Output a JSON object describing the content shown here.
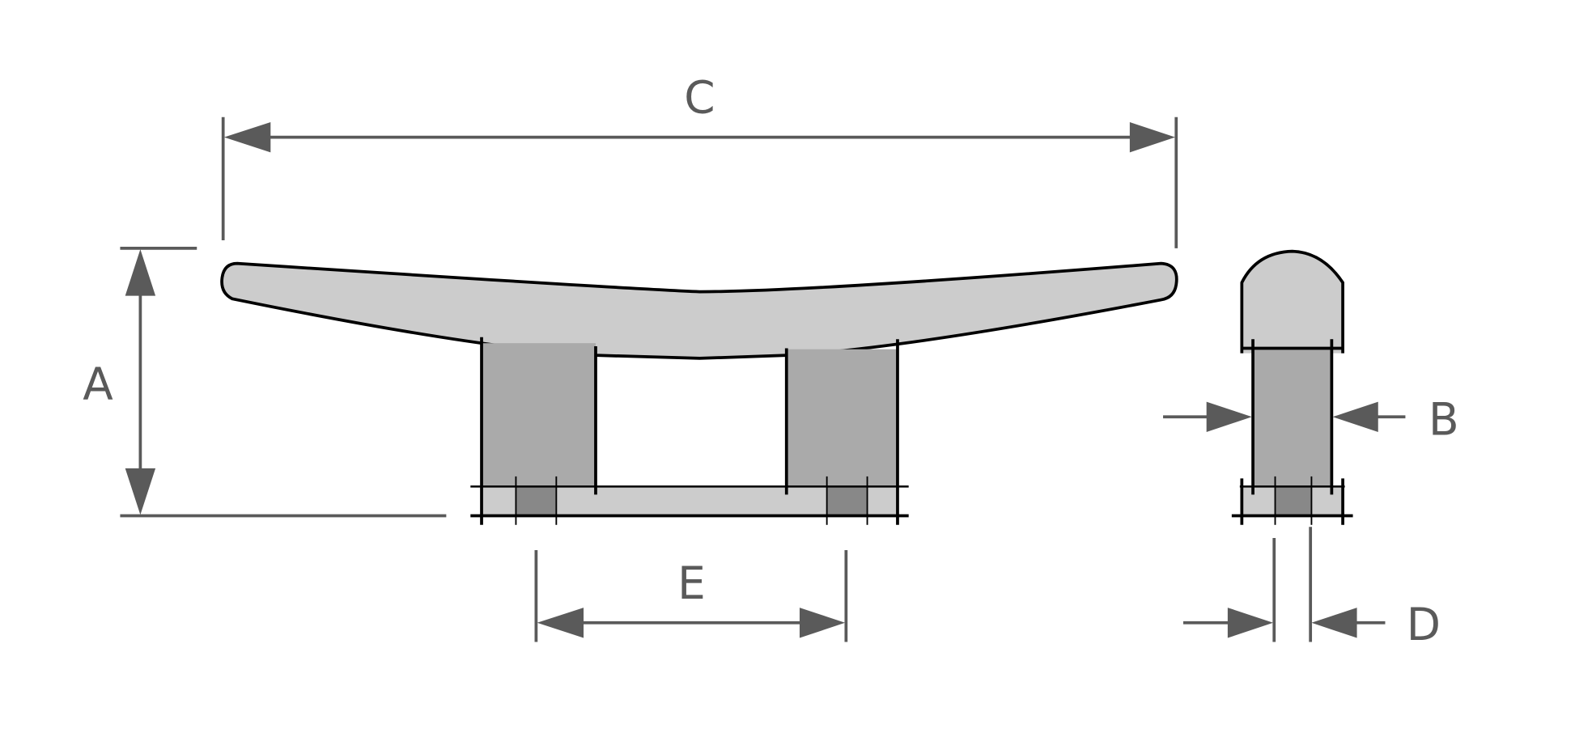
{
  "diagram": {
    "labels": {
      "A": "A",
      "B": "B",
      "C": "C",
      "D": "D",
      "E": "E"
    },
    "colors": {
      "light": "#cccccc",
      "mid": "#aaaaaa",
      "dark": "#888888",
      "dimension": "#5a5a5a",
      "outline": "#000000"
    }
  }
}
